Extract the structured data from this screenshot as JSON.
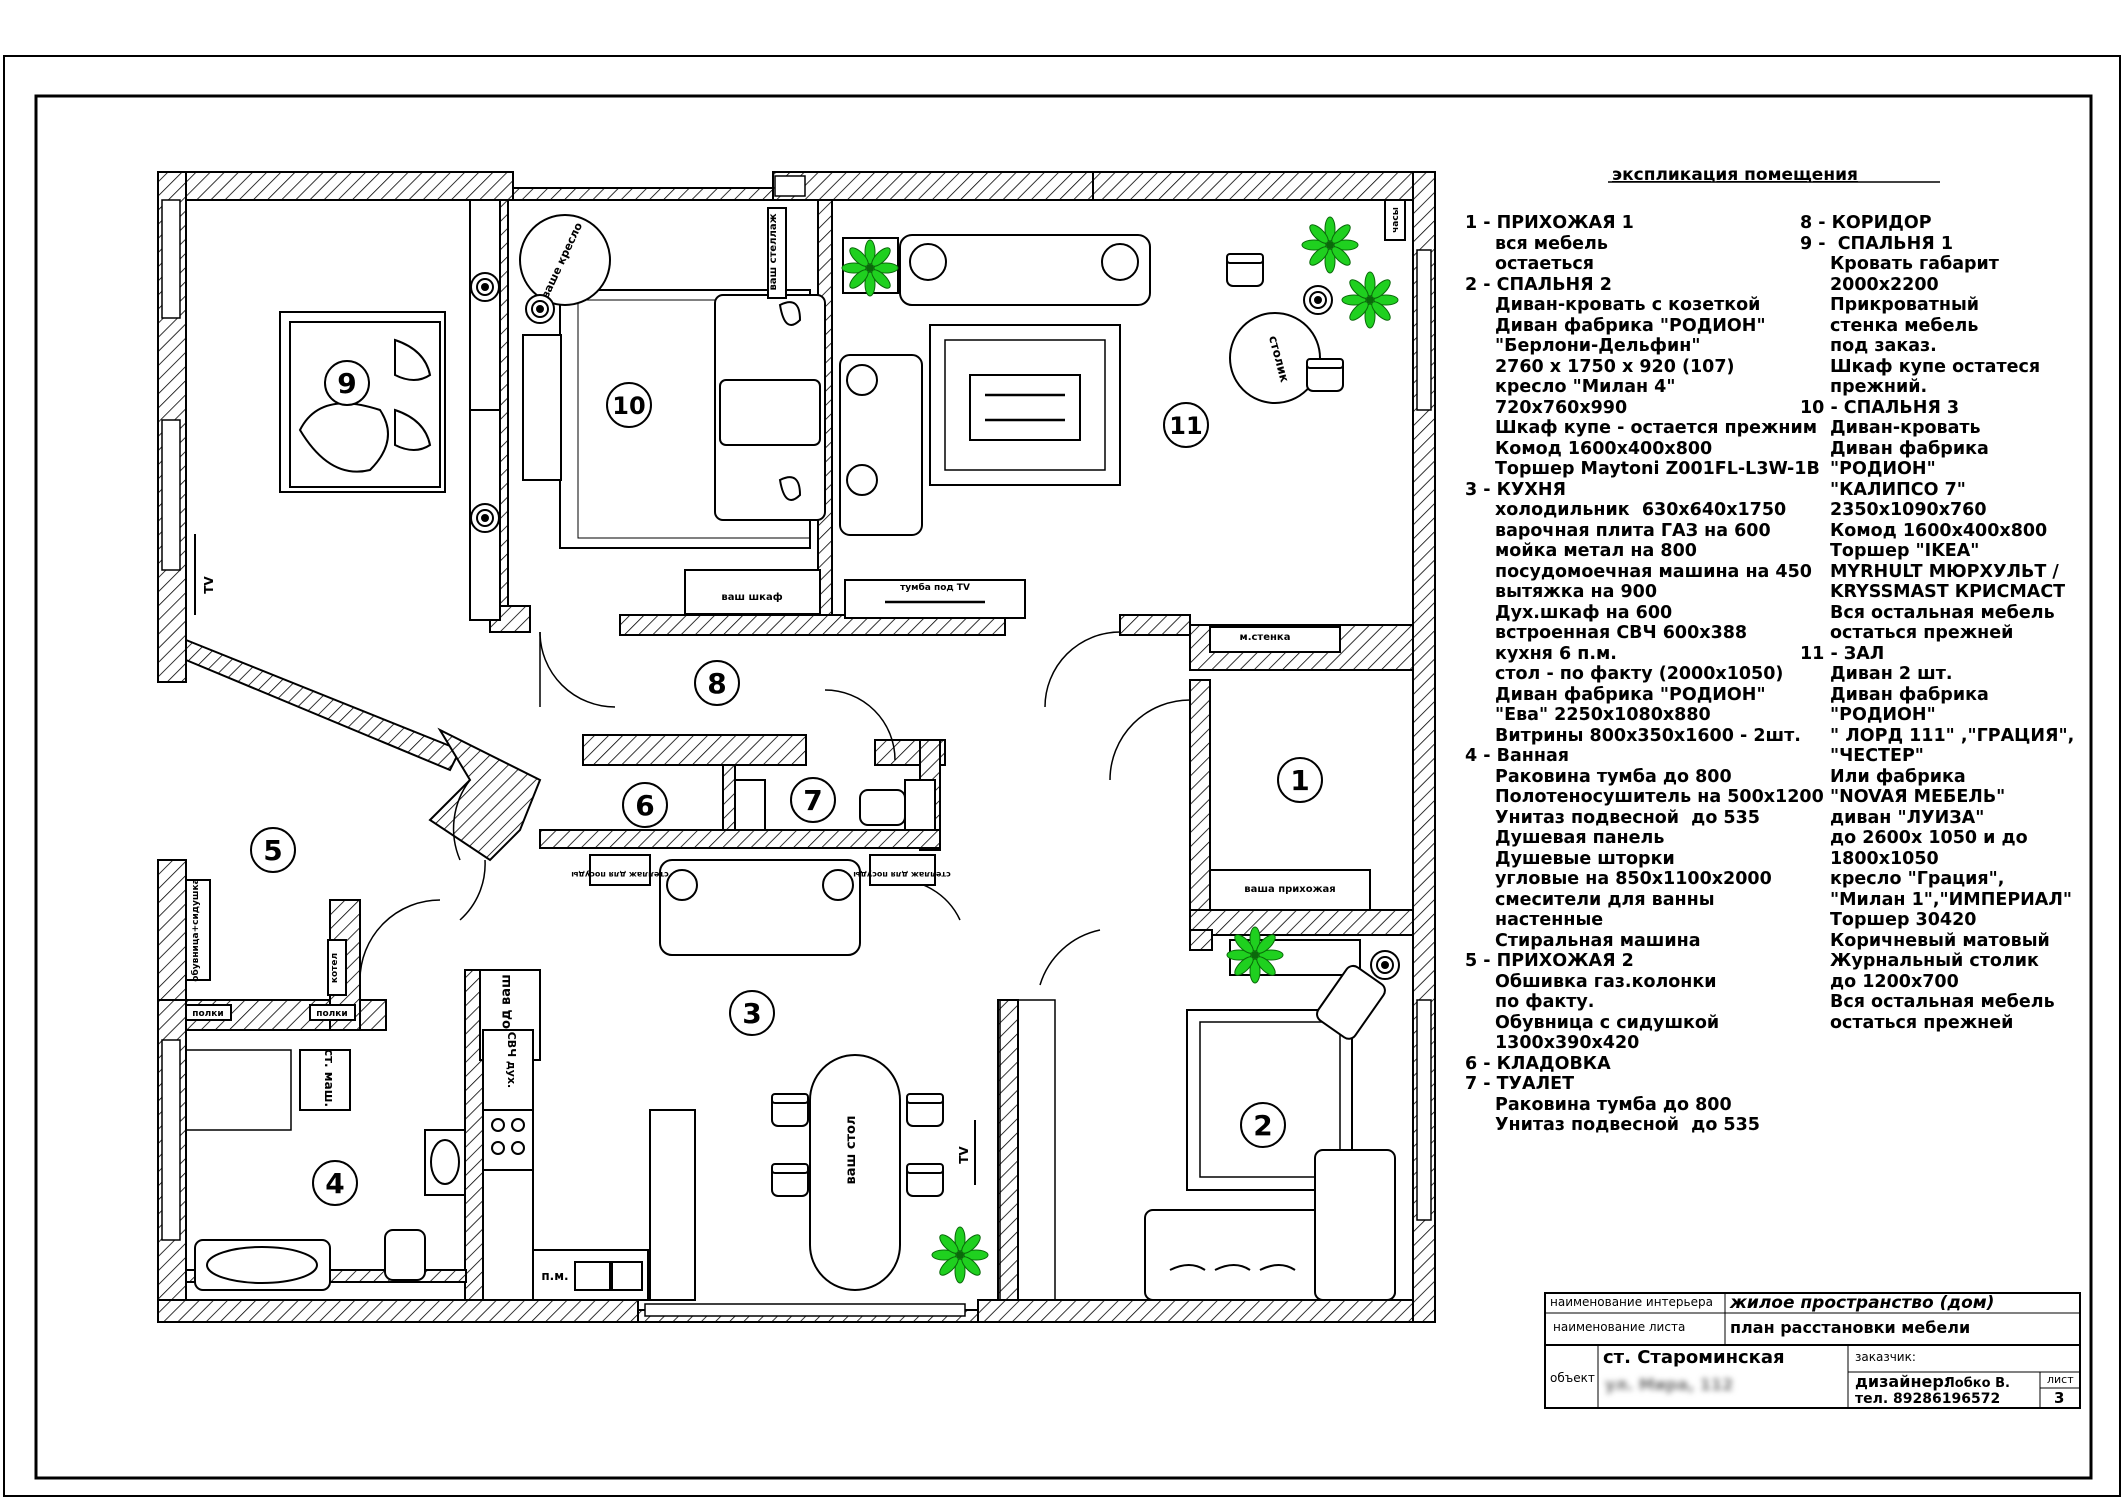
{
  "rooms": [
    {
      "num": "1"
    },
    {
      "num": "2"
    },
    {
      "num": "3"
    },
    {
      "num": "4"
    },
    {
      "num": "5"
    },
    {
      "num": "6"
    },
    {
      "num": "7"
    },
    {
      "num": "8"
    },
    {
      "num": "9"
    },
    {
      "num": "10"
    },
    {
      "num": "11"
    }
  ],
  "plan_labels": {
    "armchair": "ваше кресло",
    "shelf_top": "ваш стеллаж",
    "wardrobe": "ваш шкаф",
    "tv_stand": "тумба под TV",
    "coffee_table": "столик",
    "clock": "часы",
    "wall_unit": "м.стенка",
    "hallway": "ваша прихожая",
    "shelf_dishes_left": "стеллаж для посуды",
    "shelf_dishes_right": "стеллаж для посуды",
    "shoe_rack": "обувница+сидушка",
    "boiler": "котел",
    "shelves": "полки",
    "shelves2": "полки",
    "fridge": "холод ваш",
    "oven": "СВЧ дух.",
    "washer": "ст. маш.",
    "dining_table": "ваш стол",
    "tv": "TV",
    "tv2": "TV",
    "pm": "п.м."
  },
  "explication": {
    "title": "экспликация помещения",
    "col1": [
      {
        "head": "1 - ПРИХОЖАЯ 1",
        "lines": [
          "вся мебель",
          "остаеться"
        ]
      },
      {
        "head": "2 - СПАЛЬНЯ 2",
        "lines": [
          "Диван-кровать с козеткой",
          "Диван фабрика \"РОДИОН\"",
          "\"Берлони-Дельфин\"",
          "2760 х 1750 х 920 (107)",
          "кресло \"Милан 4\"",
          "720х760х990",
          "Шкаф купе - остается прежним",
          "Комод 1600х400х800",
          "Торшер Maytoni Z001FL-L3W-1B"
        ]
      },
      {
        "head": "3 - КУХНЯ",
        "lines": [
          "холодильник  630х640х1750",
          "варочная плита ГАЗ на 600",
          "мойка метал на 800",
          "посудомоечная машина на 450",
          "вытяжка на 900",
          "Дух.шкаф на 600",
          "встроенная СВЧ 600х388",
          "кухня 6 п.м.",
          "стол - по факту (2000х1050)",
          "Диван фабрика \"РОДИОН\"",
          "\"Ева\" 2250х1080х880",
          "Витрины 800х350х1600 - 2шт."
        ]
      },
      {
        "head": "4 - Ванная",
        "lines": [
          "Раковина тумба до 800",
          "Полотеносушитель на 500х1200",
          "Унитаз подвесной  до 535",
          "Душевая панель",
          "Душевые шторки",
          "угловые на 850х1100х2000",
          "смесители для ванны",
          "настенные",
          "Стиральная машина"
        ]
      },
      {
        "head": "5 - ПРИХОЖАЯ 2",
        "lines": [
          "Обшивка газ.колонки",
          "по факту.",
          "Обувница с сидушкой",
          "1300х390х420"
        ]
      },
      {
        "head": "6 - КЛАДОВКА",
        "lines": []
      },
      {
        "head": "7 - ТУАЛЕТ",
        "lines": [
          "Раковина тумба до 800",
          "Унитаз подвесной  до 535"
        ]
      }
    ],
    "col2": [
      {
        "head": "8 - КОРИДОР",
        "lines": []
      },
      {
        "head": "9 -  СПАЛЬНЯ 1",
        "lines": [
          "Кровать габарит",
          "2000х2200",
          "Прикроватный",
          "стенка мебель",
          "под заказ.",
          "Шкаф купе остатеся",
          "прежний."
        ]
      },
      {
        "head": "10 - СПАЛЬНЯ 3",
        "lines": [
          "Диван-кровать",
          "Диван фабрика",
          "\"РОДИОН\"",
          "\"КАЛИПСО 7\"",
          "2350х1090х760",
          "Комод 1600х400х800",
          "Торшер \"IKEA\"",
          "MYRHULT МЮРХУЛЬТ /",
          "KRYSSMAST КРИСМАСТ",
          "Вся остальная мебель",
          "остаться прежней"
        ]
      },
      {
        "head": "11 - ЗАЛ",
        "lines": [
          "Диван 2 шт.",
          "Диван фабрика",
          "\"РОДИОН\"",
          "\" ЛОРД 111\" ,\"ГРАЦИЯ\",",
          "\"ЧЕСТЕР\"",
          "Или фабрика",
          "\"NOVAЯ МЕБЕЛЬ\"",
          "диван \"ЛУИЗА\"",
          "до 2600х 1050 и до",
          "1800х1050",
          "кресло \"Грация\",",
          "\"Милан 1\",\"ИМПЕРИАЛ\"",
          "Торшер 30420",
          "Коричневый матовый",
          "Журнальный столик",
          "до 1200х700",
          "Вся остальная мебель",
          "остаться прежней"
        ]
      }
    ]
  },
  "title_block": {
    "interior_label": "наименование интерьера",
    "interior_value": "жилое пространство (дом)",
    "sheet_label": "наименование листа",
    "sheet_value": "план расстановки мебели",
    "object_label": "объект",
    "object_value": "ст. Староминская",
    "address": "ул. Мира, 112",
    "customer_label": "заказчик:",
    "designer_label": "дизайнер:",
    "designer_name": "Лобко В.",
    "phone": "тел. 89286196572",
    "list_label": "лист",
    "list_num": "3"
  }
}
